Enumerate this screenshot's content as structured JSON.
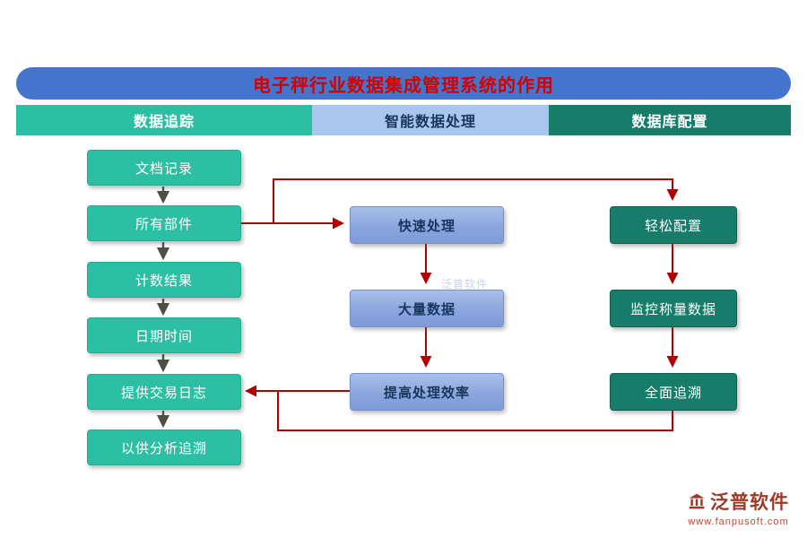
{
  "title": "电子秤行业数据集成管理系统的作用",
  "columns": [
    {
      "header": "数据追踪",
      "items": [
        "文档记录",
        "所有部件",
        "计数结果",
        "日期时间",
        "提供交易日志",
        "以供分析追溯"
      ]
    },
    {
      "header": "智能数据处理",
      "items": [
        "快速处理",
        "大量数据",
        "提高处理效率"
      ]
    },
    {
      "header": "数据库配置",
      "items": [
        "轻松配置",
        "监控称量数据",
        "全面追溯"
      ]
    }
  ],
  "watermark": "泛普软件",
  "footer": {
    "brand": "泛普软件",
    "url": "www.fanpusoft.com"
  },
  "colors": {
    "banner_blue": "#4574cc",
    "title_red": "#d40000",
    "teal": "#2dbfa4",
    "light_blue": "#a9c6ee",
    "dark_green": "#187c6a",
    "connector_red": "#b00000",
    "connector_gray": "#4e4e45",
    "brand_red": "#9c3a28"
  }
}
